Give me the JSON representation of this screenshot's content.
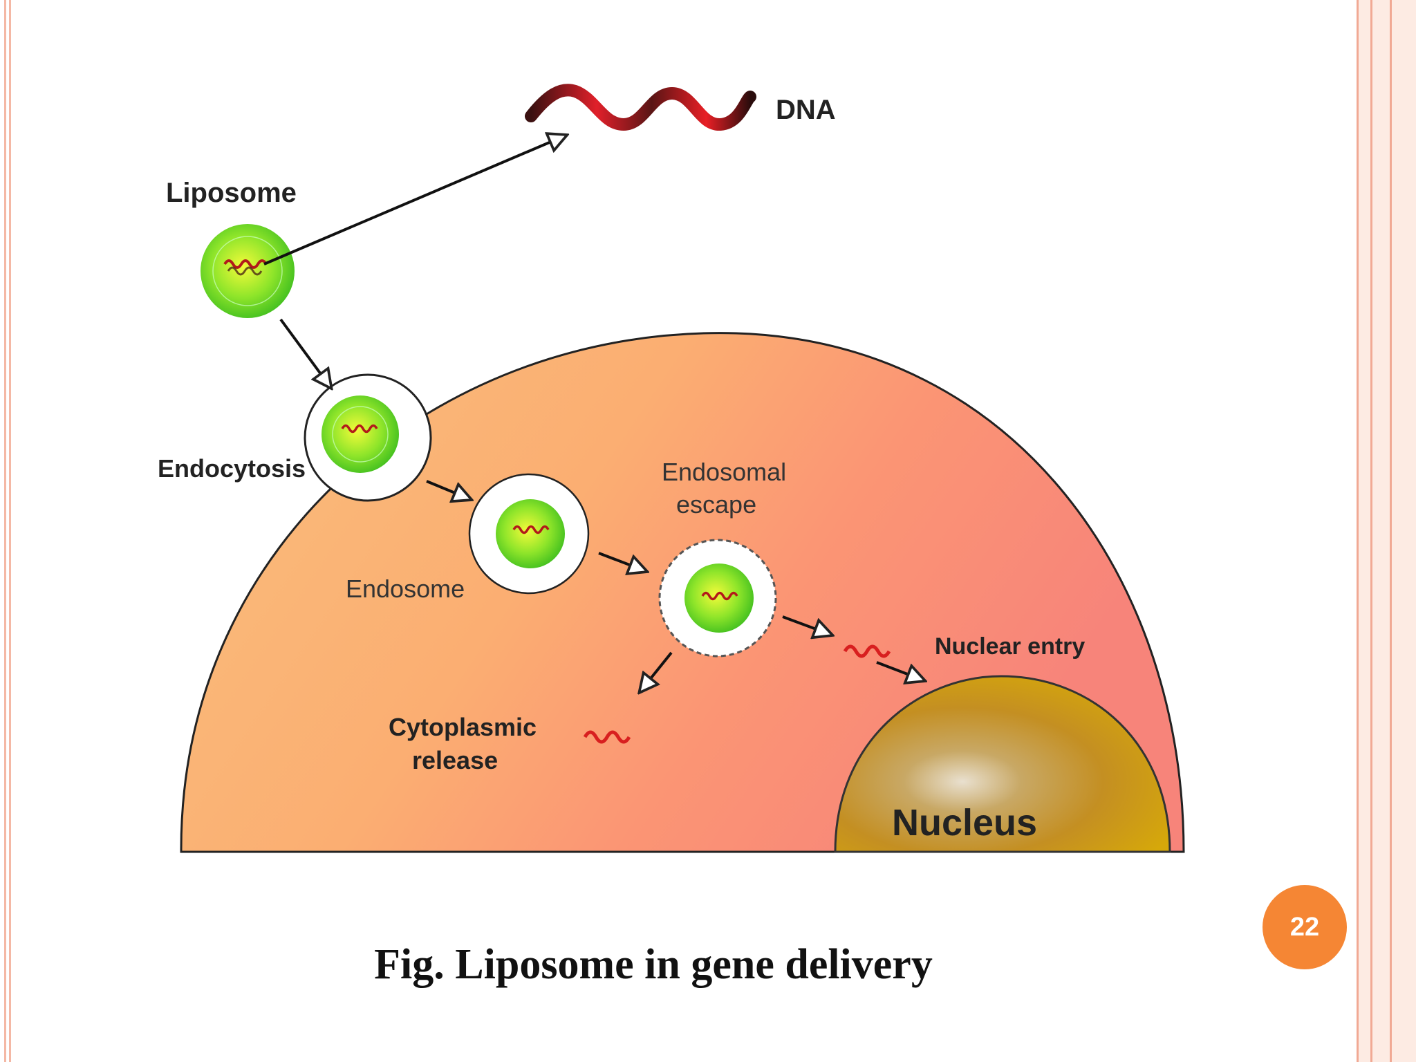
{
  "figure": {
    "labels": {
      "dna": "DNA",
      "liposome": "Liposome",
      "endocytosis": "Endocytosis",
      "endosome": "Endosome",
      "endosomal_escape_line1": "Endosomal",
      "endosomal_escape_line2": "escape",
      "nuclear_entry": "Nuclear entry",
      "cytoplasmic_release_line1": "Cytoplasmic",
      "cytoplasmic_release_line2": "release",
      "nucleus": "Nucleus"
    },
    "caption": "Fig. Liposome in gene delivery"
  },
  "slide": {
    "page_number": "22"
  },
  "colors": {
    "cell_light": "#f9b878",
    "cell_warm": "#fb9b73",
    "cell_red": "#f9887a",
    "nucleus": "#c79a1e",
    "liposome": "#6bd82a",
    "dna": "#d81f1f",
    "badge": "#f58634",
    "border": "#f4b8a5"
  }
}
